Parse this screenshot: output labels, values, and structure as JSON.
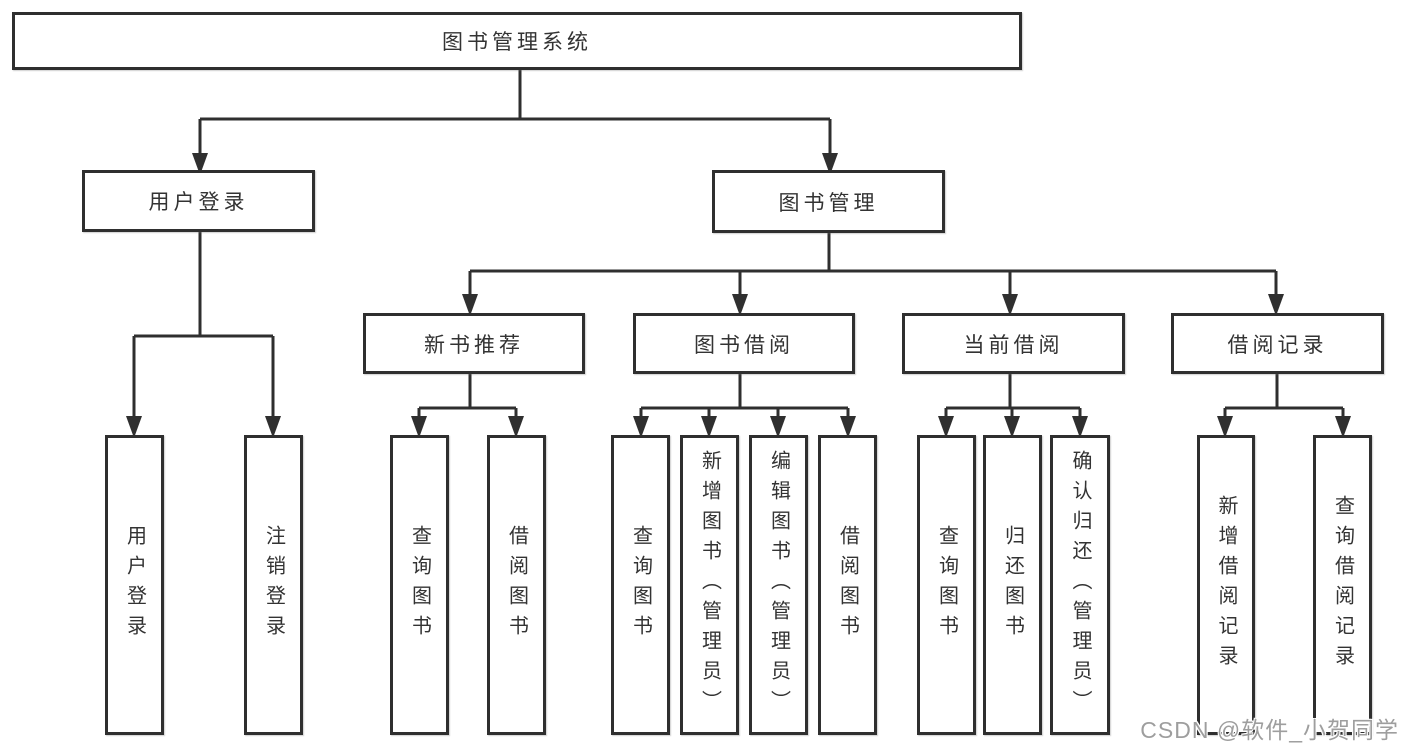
{
  "colors": {
    "background": "#ffffff",
    "line": "#2f2f2f",
    "box_border": "#2f2f2f",
    "box_fill": "#ffffff",
    "text": "#333333",
    "watermark": "#9e9e9e"
  },
  "nodes": {
    "root": {
      "label": "图书管理系统"
    },
    "user_login": {
      "label": "用户登录",
      "children": [
        {
          "label": "用户登录"
        },
        {
          "label": "注销登录"
        }
      ]
    },
    "book_mgmt": {
      "label": "图书管理",
      "children": [
        {
          "label": "新书推荐",
          "children": [
            {
              "label": "查询图书"
            },
            {
              "label": "借阅图书"
            }
          ]
        },
        {
          "label": "图书借阅",
          "children": [
            {
              "label": "查询图书"
            },
            {
              "label": "新增图书（管理员）"
            },
            {
              "label": "编辑图书（管理员）"
            },
            {
              "label": "借阅图书"
            }
          ]
        },
        {
          "label": "当前借阅",
          "children": [
            {
              "label": "查询图书"
            },
            {
              "label": "归还图书"
            },
            {
              "label": "确认归还（管理员）"
            }
          ]
        },
        {
          "label": "借阅记录",
          "children": [
            {
              "label": "新增借阅记录"
            },
            {
              "label": "查询借阅记录"
            }
          ]
        }
      ]
    }
  },
  "watermark": {
    "text": "CSDN @软件_小贺同学"
  }
}
